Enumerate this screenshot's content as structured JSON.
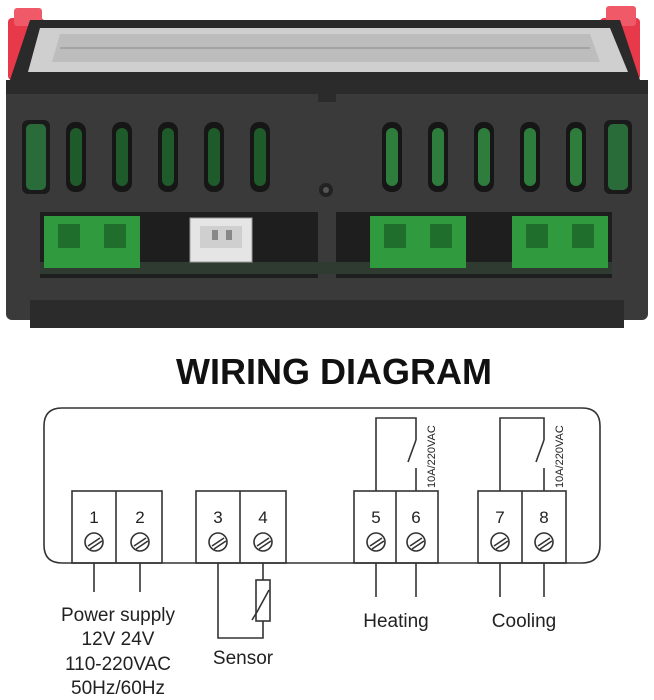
{
  "title": "WIRING DIAGRAM",
  "terminals": [
    "1",
    "2",
    "3",
    "4",
    "5",
    "6",
    "7",
    "8"
  ],
  "relay_rating": "10A/220VAC",
  "labels": {
    "power_lines": [
      "Power supply",
      "12V 24V",
      "110-220VAC",
      "50Hz/60Hz"
    ],
    "sensor": "Sensor",
    "heating": "Heating",
    "cooling": "Cooling"
  },
  "colors": {
    "housing": "#3a3a3a",
    "terminal_block": "#2f9a3e",
    "latch": "#e8394a",
    "line": "#333333"
  }
}
